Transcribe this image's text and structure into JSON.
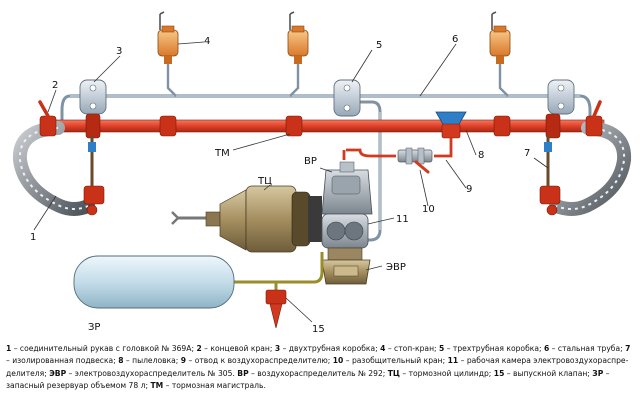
{
  "diagram": {
    "labels": {
      "n1": "1",
      "n2": "2",
      "n3": "3",
      "n4": "4",
      "n5": "5",
      "n6": "6",
      "n7": "7",
      "n8": "8",
      "n9": "9",
      "n10": "10",
      "n11": "11",
      "n15": "15",
      "tm": "ТМ",
      "vr": "ВР",
      "tc": "ТЦ",
      "evr": "ЭВР",
      "zr": "ЗР"
    }
  },
  "legend": {
    "items": [
      {
        "num": "1",
        "text": " – соединительный рукав с головкой № 369А; "
      },
      {
        "num": "2",
        "text": " – концевой кран; "
      },
      {
        "num": "3",
        "text": " – двухтрубная коробка; "
      },
      {
        "num": "4",
        "text": " – стоп-кран; "
      },
      {
        "num": "5",
        "text": " – трехтрубная коробка; "
      },
      {
        "num": "6",
        "text": " – стальная труба; "
      },
      {
        "num": "7",
        "text": " – изолированная подвеска; "
      },
      {
        "num": "8",
        "text": " – пылеловка; "
      },
      {
        "num": "9",
        "text": " – отвод к воздухораспределителю; "
      },
      {
        "num": "10",
        "text": " – разобщительный кран; "
      },
      {
        "num": "11",
        "text": " – рабочая камера электровоздухораспре-делителя; "
      },
      {
        "num": "ЭВР",
        "text": " – электровоздухораспределитель № 305. "
      },
      {
        "num": "ВР",
        "text": " – воздухораспределитель № 292; "
      },
      {
        "num": "ТЦ",
        "text": " – тормозной цилиндр; "
      },
      {
        "num": "15",
        "text": " – выпускной клапан; "
      },
      {
        "num": "ЗР",
        "text": " – запасный резервуар объемом 78 л; "
      },
      {
        "num": "ТМ",
        "text": " – тормозная магистраль."
      }
    ]
  },
  "colors": {
    "brake_pipe": "#e1412a",
    "brake_pipe_dark": "#a82712",
    "steel_pipe": "#8fa2b3",
    "box": "#c9d4df",
    "stopcock": "#f0a34a",
    "reservoir": "#cfe4ef",
    "cylinder": "#a89266",
    "evr_brown": "#b6a177",
    "hose_blue": "#2e7fc8",
    "label": "#111111"
  }
}
